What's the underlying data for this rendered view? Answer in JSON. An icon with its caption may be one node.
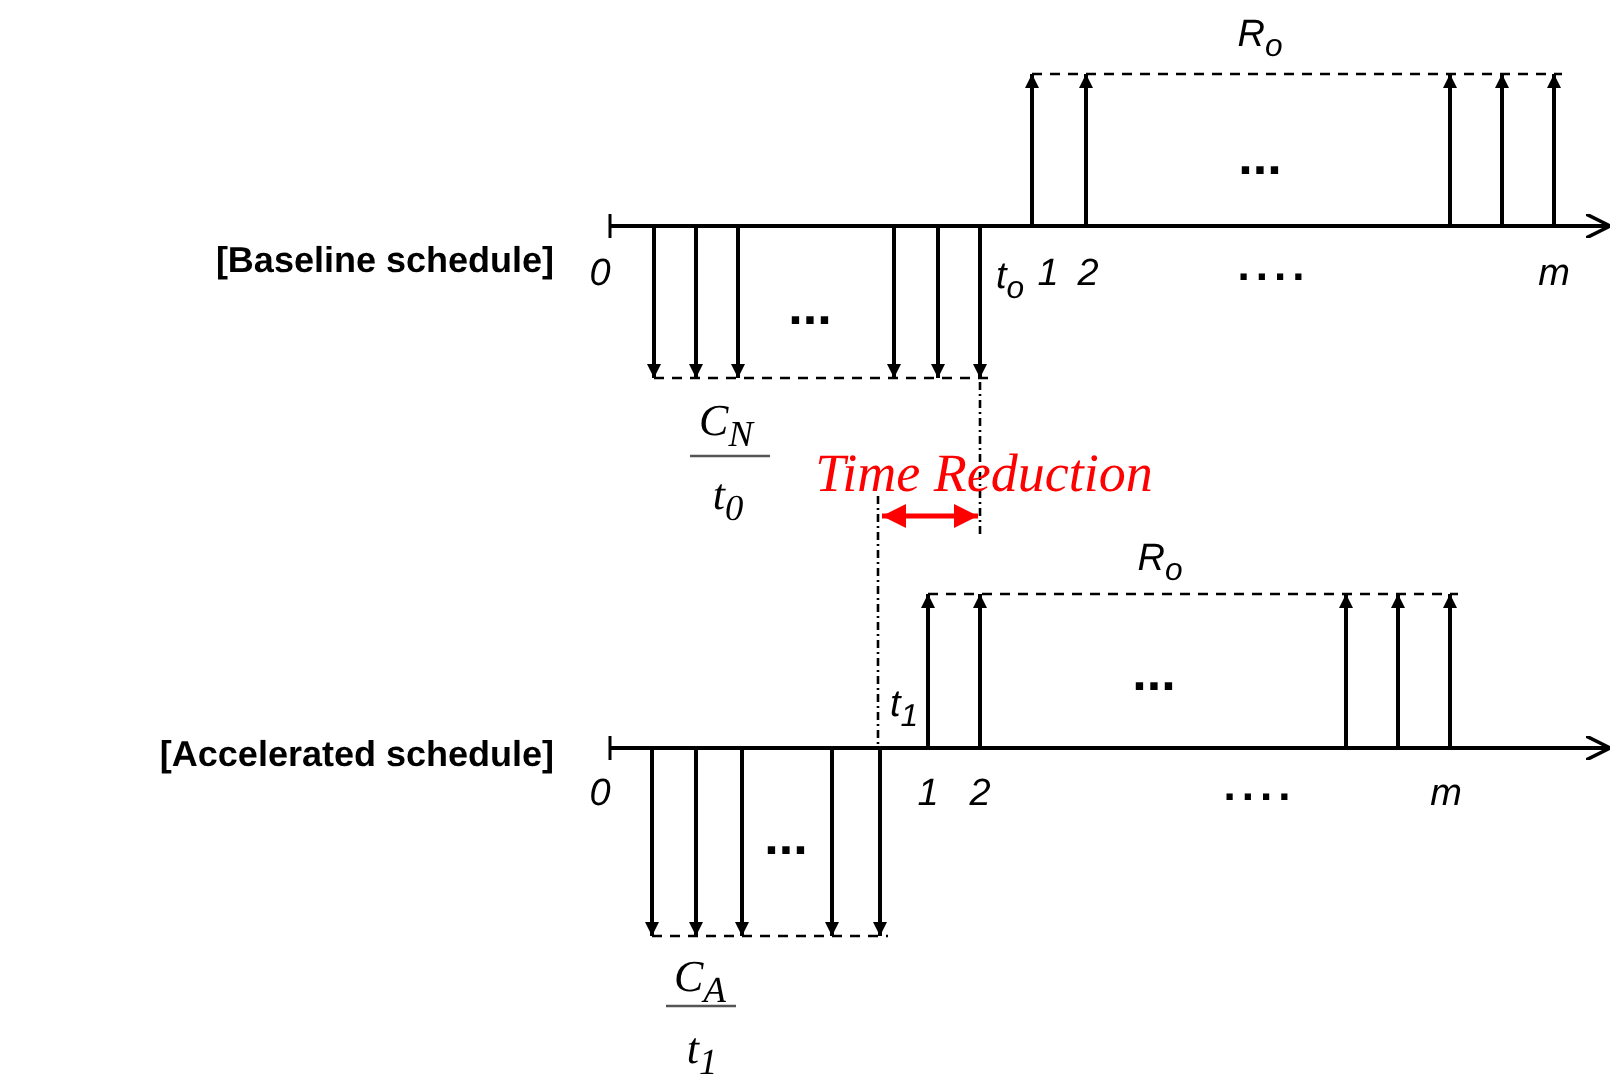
{
  "diagram": {
    "labels": [
      "R$_{o}$",
      "[Baseline schedule]",
      "...",
      "0",
      "t$_{o}$",
      "1",
      "2",
      "....",
      "m",
      "...",
      "C$_{N}$",
      "t$_{0}$",
      "Time Reduction",
      "R$_{o}$",
      "...",
      "t$_{1}$",
      "[Accelerated schedule]",
      "0",
      "1",
      "2",
      "....",
      "m",
      "...",
      "C$_{A}$",
      "t$_{1}$"
    ]
  }
}
